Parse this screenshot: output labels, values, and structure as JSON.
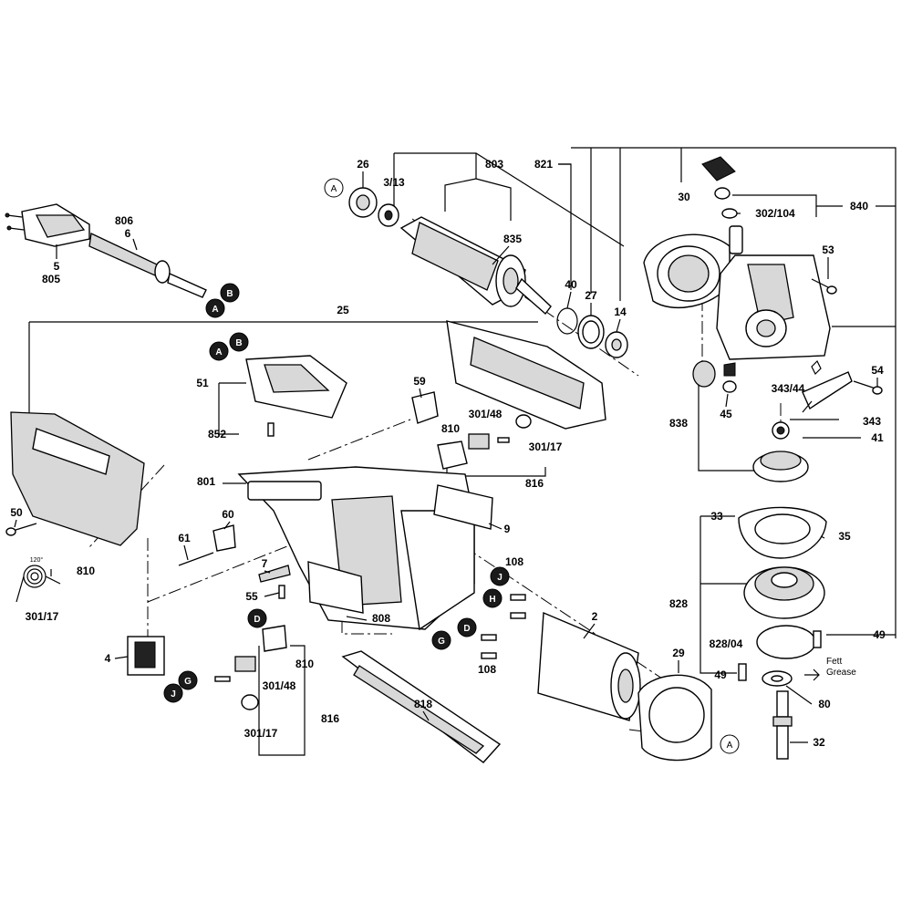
{
  "callouts": {
    "p26": "26",
    "p3_13": "3/13",
    "p803": "803",
    "p821": "821",
    "p840": "840",
    "p806": "806",
    "p6": "6",
    "p5": "5",
    "p805": "805",
    "p835": "835",
    "p30": "30",
    "p302_104": "302/104",
    "p53": "53",
    "p40": "40",
    "p27": "27",
    "p14": "14",
    "p25": "25",
    "p51": "51",
    "p852": "852",
    "p59": "59",
    "p301_48a": "301/48",
    "p810a": "810",
    "p301_17a": "301/17",
    "p816a": "816",
    "p54": "54",
    "p343_44": "343/44",
    "p343": "343",
    "p45": "45",
    "p838": "838",
    "p41": "41",
    "p50": "50",
    "p801": "801",
    "p60": "60",
    "p61": "61",
    "p9": "9",
    "p810b": "810",
    "p301_17b": "301/17",
    "p120": "120°",
    "p7": "7",
    "p55": "55",
    "p108a": "108",
    "p108b": "108",
    "p33": "33",
    "p35": "35",
    "p828": "828",
    "p828_04": "828/04",
    "p49a": "49",
    "p49b": "49",
    "p2": "2",
    "p808": "808",
    "p29": "29",
    "p4": "4",
    "p810c": "810",
    "p301_48b": "301/48",
    "p301_17c": "301/17",
    "p816b": "816",
    "p818": "818",
    "p80": "80",
    "p32": "32",
    "fett": "Fett",
    "grease": "Grease"
  },
  "markers": {
    "A": "A",
    "B": "B",
    "D": "D",
    "G": "G",
    "H": "H",
    "J": "J"
  }
}
